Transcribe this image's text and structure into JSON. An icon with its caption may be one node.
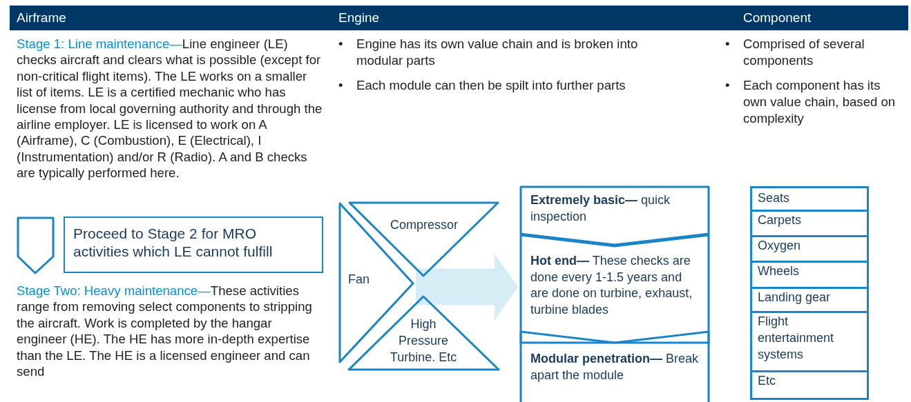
{
  "diagram": {
    "nodes": [
      {
        "text": [
          "Airframe",
          "Engine",
          "Component"
        ]
      },
      {
        "text": [],
        "shape": "chevron"
      },
      {
        "text": [
          "Proceed to Stage 2 for MRO activities which LE cannot fulfill"
        ]
      },
      {
        "text": [
          "Fan"
        ]
      },
      {
        "text": [
          "Compressor"
        ]
      },
      {
        "text": [
          "High Pressure Turbine. Etc"
        ]
      },
      {
        "text": [
          "**Extremely basic—** quick inspection"
        ]
      },
      {
        "text": [
          "**Hot end—** These checks are done every 1-1.5 years and are done on turbine, exhaust, turbine blades"
        ]
      },
      {
        "text": [
          "**Modular penetration—** Break apart the module"
        ]
      },
      {
        "text": [
          "Seats"
        ]
      },
      {
        "text": [
          "Carpets"
        ]
      },
      {
        "text": [
          "Oxygen"
        ]
      },
      {
        "text": [
          "Wheels"
        ]
      },
      {
        "text": [
          "Landing gear"
        ]
      },
      {
        "text": [
          "Flight entertainment systems"
        ]
      },
      {
        "text": [
          "Etc"
        ]
      }
    ],
    "edges": [
      {
        "from": 3,
        "to": 7,
        "arrow": "to",
        "color": "#d6edf6"
      }
    ],
    "labels": [
      "Stage 1: Line maintenance—",
      "Line engineer (LE) checks aircraft and clears what is possible (except for non-critical flight items).  The LE works on a smaller list of items. LE is a certified mechanic who has license from local governing authority and through the airline employer. LE is licensed to work on A (Airframe), C (Combustion), E (Electrical), I (Instrumentation) and/or R (Radio).  A and B checks are typically performed here.",
      "Stage Two:  Heavy maintenance—",
      "These activities range from removing select components to stripping the aircraft.  Work is completed by the hangar engineer (HE).  The HE has more in-depth expertise than the LE. The HE is a licensed engineer and can send",
      "•",
      "Engine has its own value chain and is broken into modular parts",
      "•",
      "Each module can then be spilt into further parts",
      "•",
      "Comprised of several components",
      "•",
      "Each component has its own value chain, based on complexity"
    ]
  }
}
